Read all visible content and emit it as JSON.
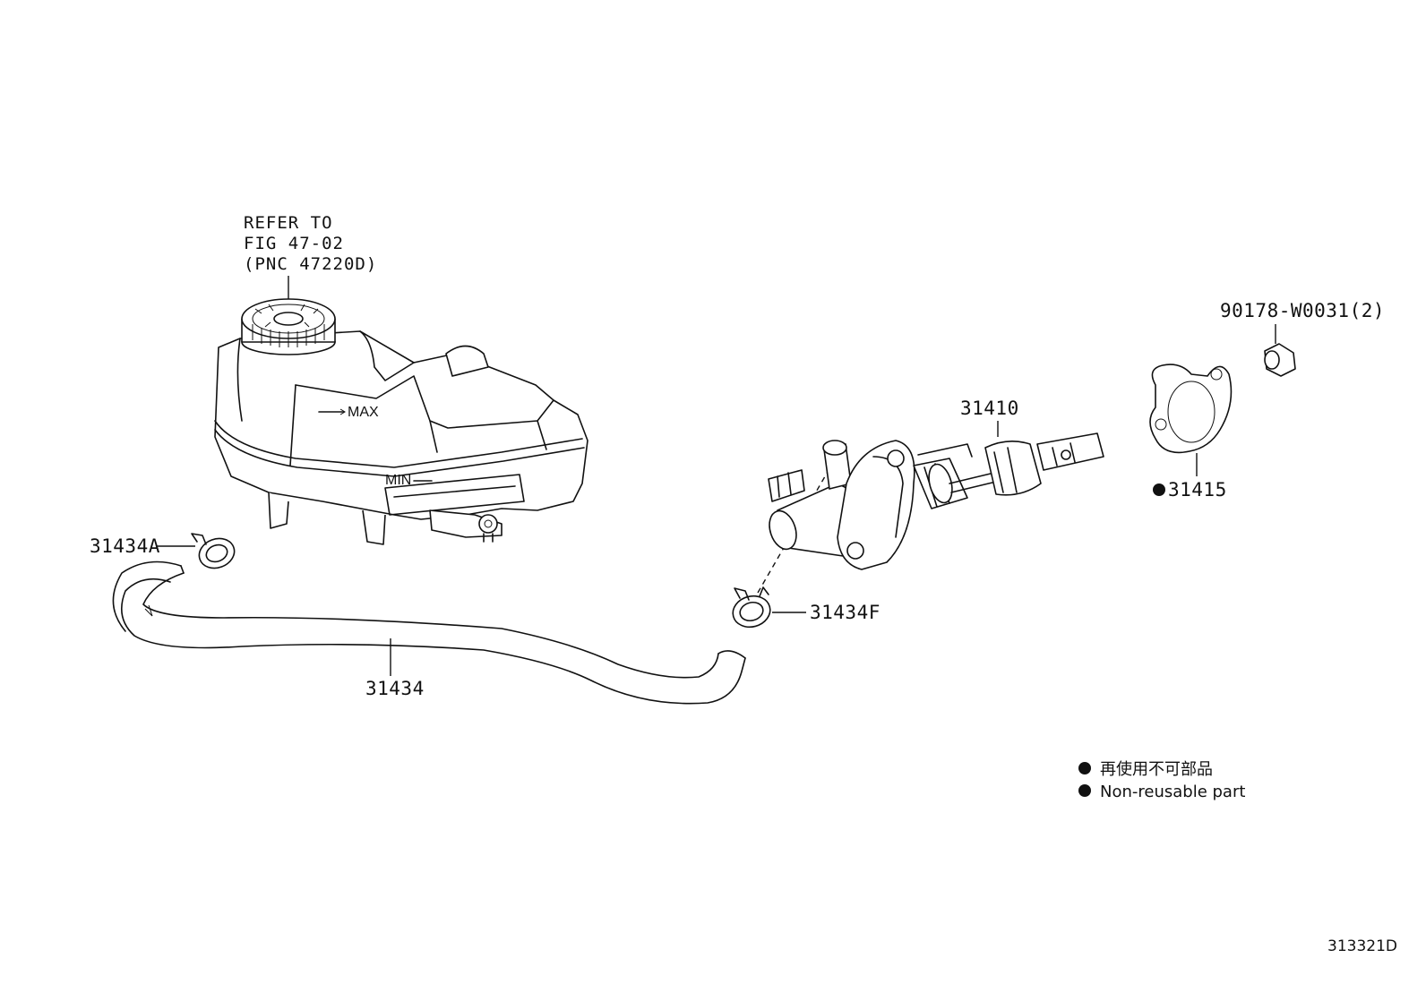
{
  "reference_note": {
    "line1": "REFER TO",
    "line2": "FIG 47-02",
    "line3": "(PNC 47220D)"
  },
  "parts": {
    "nut": "90178-W0031(2)",
    "master_cylinder": "31410",
    "gasket": "31415",
    "clip_a": "31434A",
    "clip_f": "31434F",
    "hose": "31434"
  },
  "reservoir_marks": {
    "max": "MAX",
    "min": "MIN"
  },
  "legend": {
    "japanese": "再使用不可部品",
    "english": "Non-reusable part"
  },
  "illustration_id": "313321D",
  "colors": {
    "ink": "#111111",
    "background": "#ffffff"
  }
}
